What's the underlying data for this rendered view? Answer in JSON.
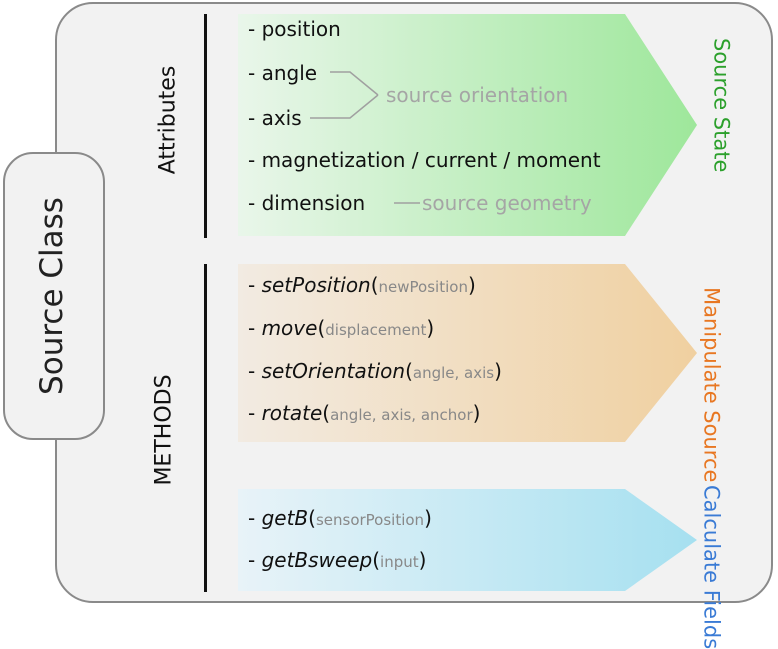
{
  "class_label": "Source Class",
  "attributes": {
    "label": "Attributes",
    "items": [
      "- position",
      "- angle",
      "- axis",
      "- magnetization / current / moment",
      "- dimension"
    ],
    "orientation_note": "source orientation",
    "geometry_note": "source geometry",
    "side_label": "Source State",
    "color": "#2ca02c"
  },
  "methods": {
    "label": "METHODS",
    "manipulate": [
      {
        "prefix": "- ",
        "name": "setPosition",
        "open": "(",
        "args": "newPosition",
        "close": ")"
      },
      {
        "prefix": "- ",
        "name": "move",
        "open": "(",
        "args": "displacement",
        "close": ")"
      },
      {
        "prefix": "- ",
        "name": "setOrientation",
        "open": "(",
        "args": "angle, axis",
        "close": ")"
      },
      {
        "prefix": "- ",
        "name": "rotate",
        "open": "(",
        "args": "angle, axis, anchor",
        "close": ")"
      }
    ],
    "manipulate_label": "Manipulate Source",
    "manipulate_color": "#e87722",
    "fields": [
      {
        "prefix": "- ",
        "name": "getB",
        "open": "(",
        "args": "sensorPosition",
        "close": ")"
      },
      {
        "prefix": "- ",
        "name": "getBsweep",
        "open": "(",
        "args": "input",
        "close": ")"
      }
    ],
    "fields_label": "Calculate Fields",
    "fields_color": "#3a7bd5"
  }
}
